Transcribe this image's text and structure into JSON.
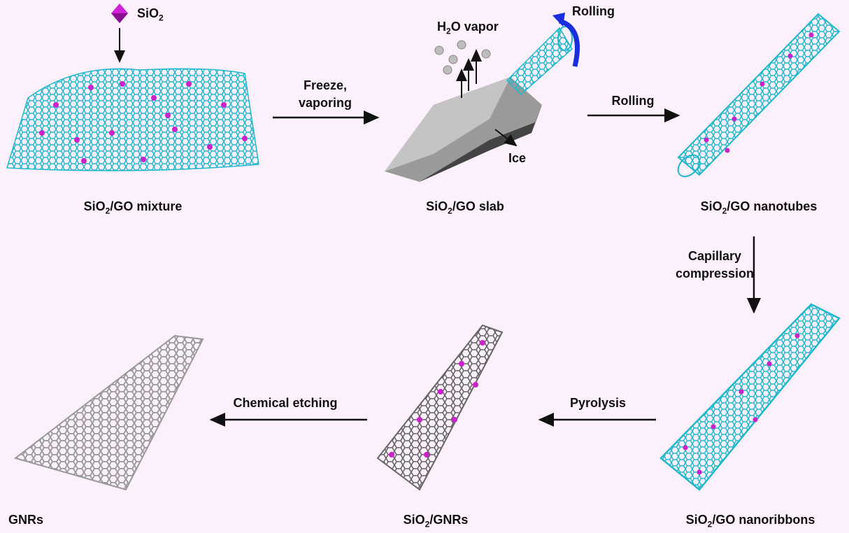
{
  "legend": {
    "sio2_main": "SiO",
    "sio2_sub": "2"
  },
  "steps": {
    "mixture": {
      "main": "SiO",
      "sub": "2",
      "rest": "/GO mixture"
    },
    "slab": {
      "main": "SiO",
      "sub": "2",
      "rest": "/GO slab"
    },
    "nanotubes": {
      "main": "SiO",
      "sub": "2",
      "rest": "/GO nanotubes"
    },
    "nanoribbons": {
      "main": "SiO",
      "sub": "2",
      "rest": "/GO nanoribbons"
    },
    "sio2_gnrs": {
      "main": "SiO",
      "sub": "2",
      "rest": "/GNRs"
    },
    "gnrs": "GNRs"
  },
  "annotations": {
    "h2o_pre": "H",
    "h2o_sub": "2",
    "h2o_rest": "O vapor",
    "rolling_top": "Rolling",
    "ice": "Ice"
  },
  "arrows": {
    "freeze_line1": "Freeze,",
    "freeze_line2": "vaporing",
    "rolling": "Rolling",
    "capillary_line1": "Capillary",
    "capillary_line2": "compression",
    "pyrolysis": "Pyrolysis",
    "etching": "Chemical etching"
  },
  "colors": {
    "background": "#fbf0fb",
    "graphene_oxide": "#2ec4d6",
    "sio2": "#cc22cc",
    "graphene": "#8a8a8a",
    "rolling_arrow": "#1a2ee0"
  }
}
